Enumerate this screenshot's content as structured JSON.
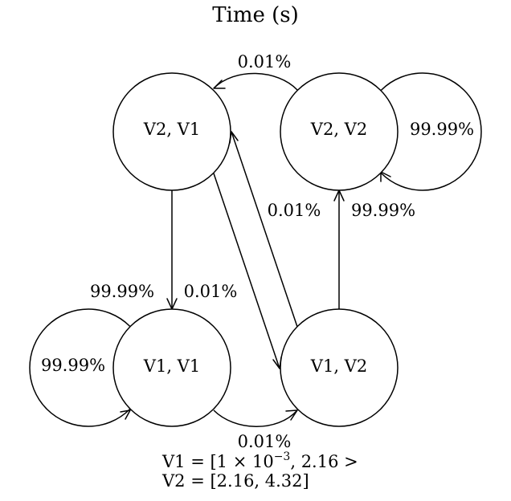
{
  "title": "Time (s)",
  "nodes": [
    {
      "id": "v2v1",
      "label": "V2, V1"
    },
    {
      "id": "v2v2",
      "label": "V2, V2"
    },
    {
      "id": "v1v1",
      "label": "V1, V1"
    },
    {
      "id": "v1v2",
      "label": "V1, V2"
    }
  ],
  "edges": [
    {
      "from": "v2v2",
      "to": "v2v1",
      "label": "0.01%"
    },
    {
      "from": "v2v2",
      "to": "v2v2",
      "label": "99.99%"
    },
    {
      "from": "v1v2",
      "to": "v2v1",
      "label": "0.01%"
    },
    {
      "from": "v1v2",
      "to": "v2v2",
      "label": "99.99%"
    },
    {
      "from": "v2v1",
      "to": "v1v1",
      "label": "0.01%"
    },
    {
      "from": "v2v1",
      "to": "v1v2",
      "label": "99.99%"
    },
    {
      "from": "v1v1",
      "to": "v1v1",
      "label": "99.99%"
    },
    {
      "from": "v1v1",
      "to": "v1v2",
      "label": "0.01%"
    }
  ],
  "legend": {
    "v1_prefix": "V1 = [1 × 10",
    "v1_exp": "−3",
    "v1_suffix": ", 2.16 >",
    "v2": "V2 = [2.16, 4.32]"
  }
}
